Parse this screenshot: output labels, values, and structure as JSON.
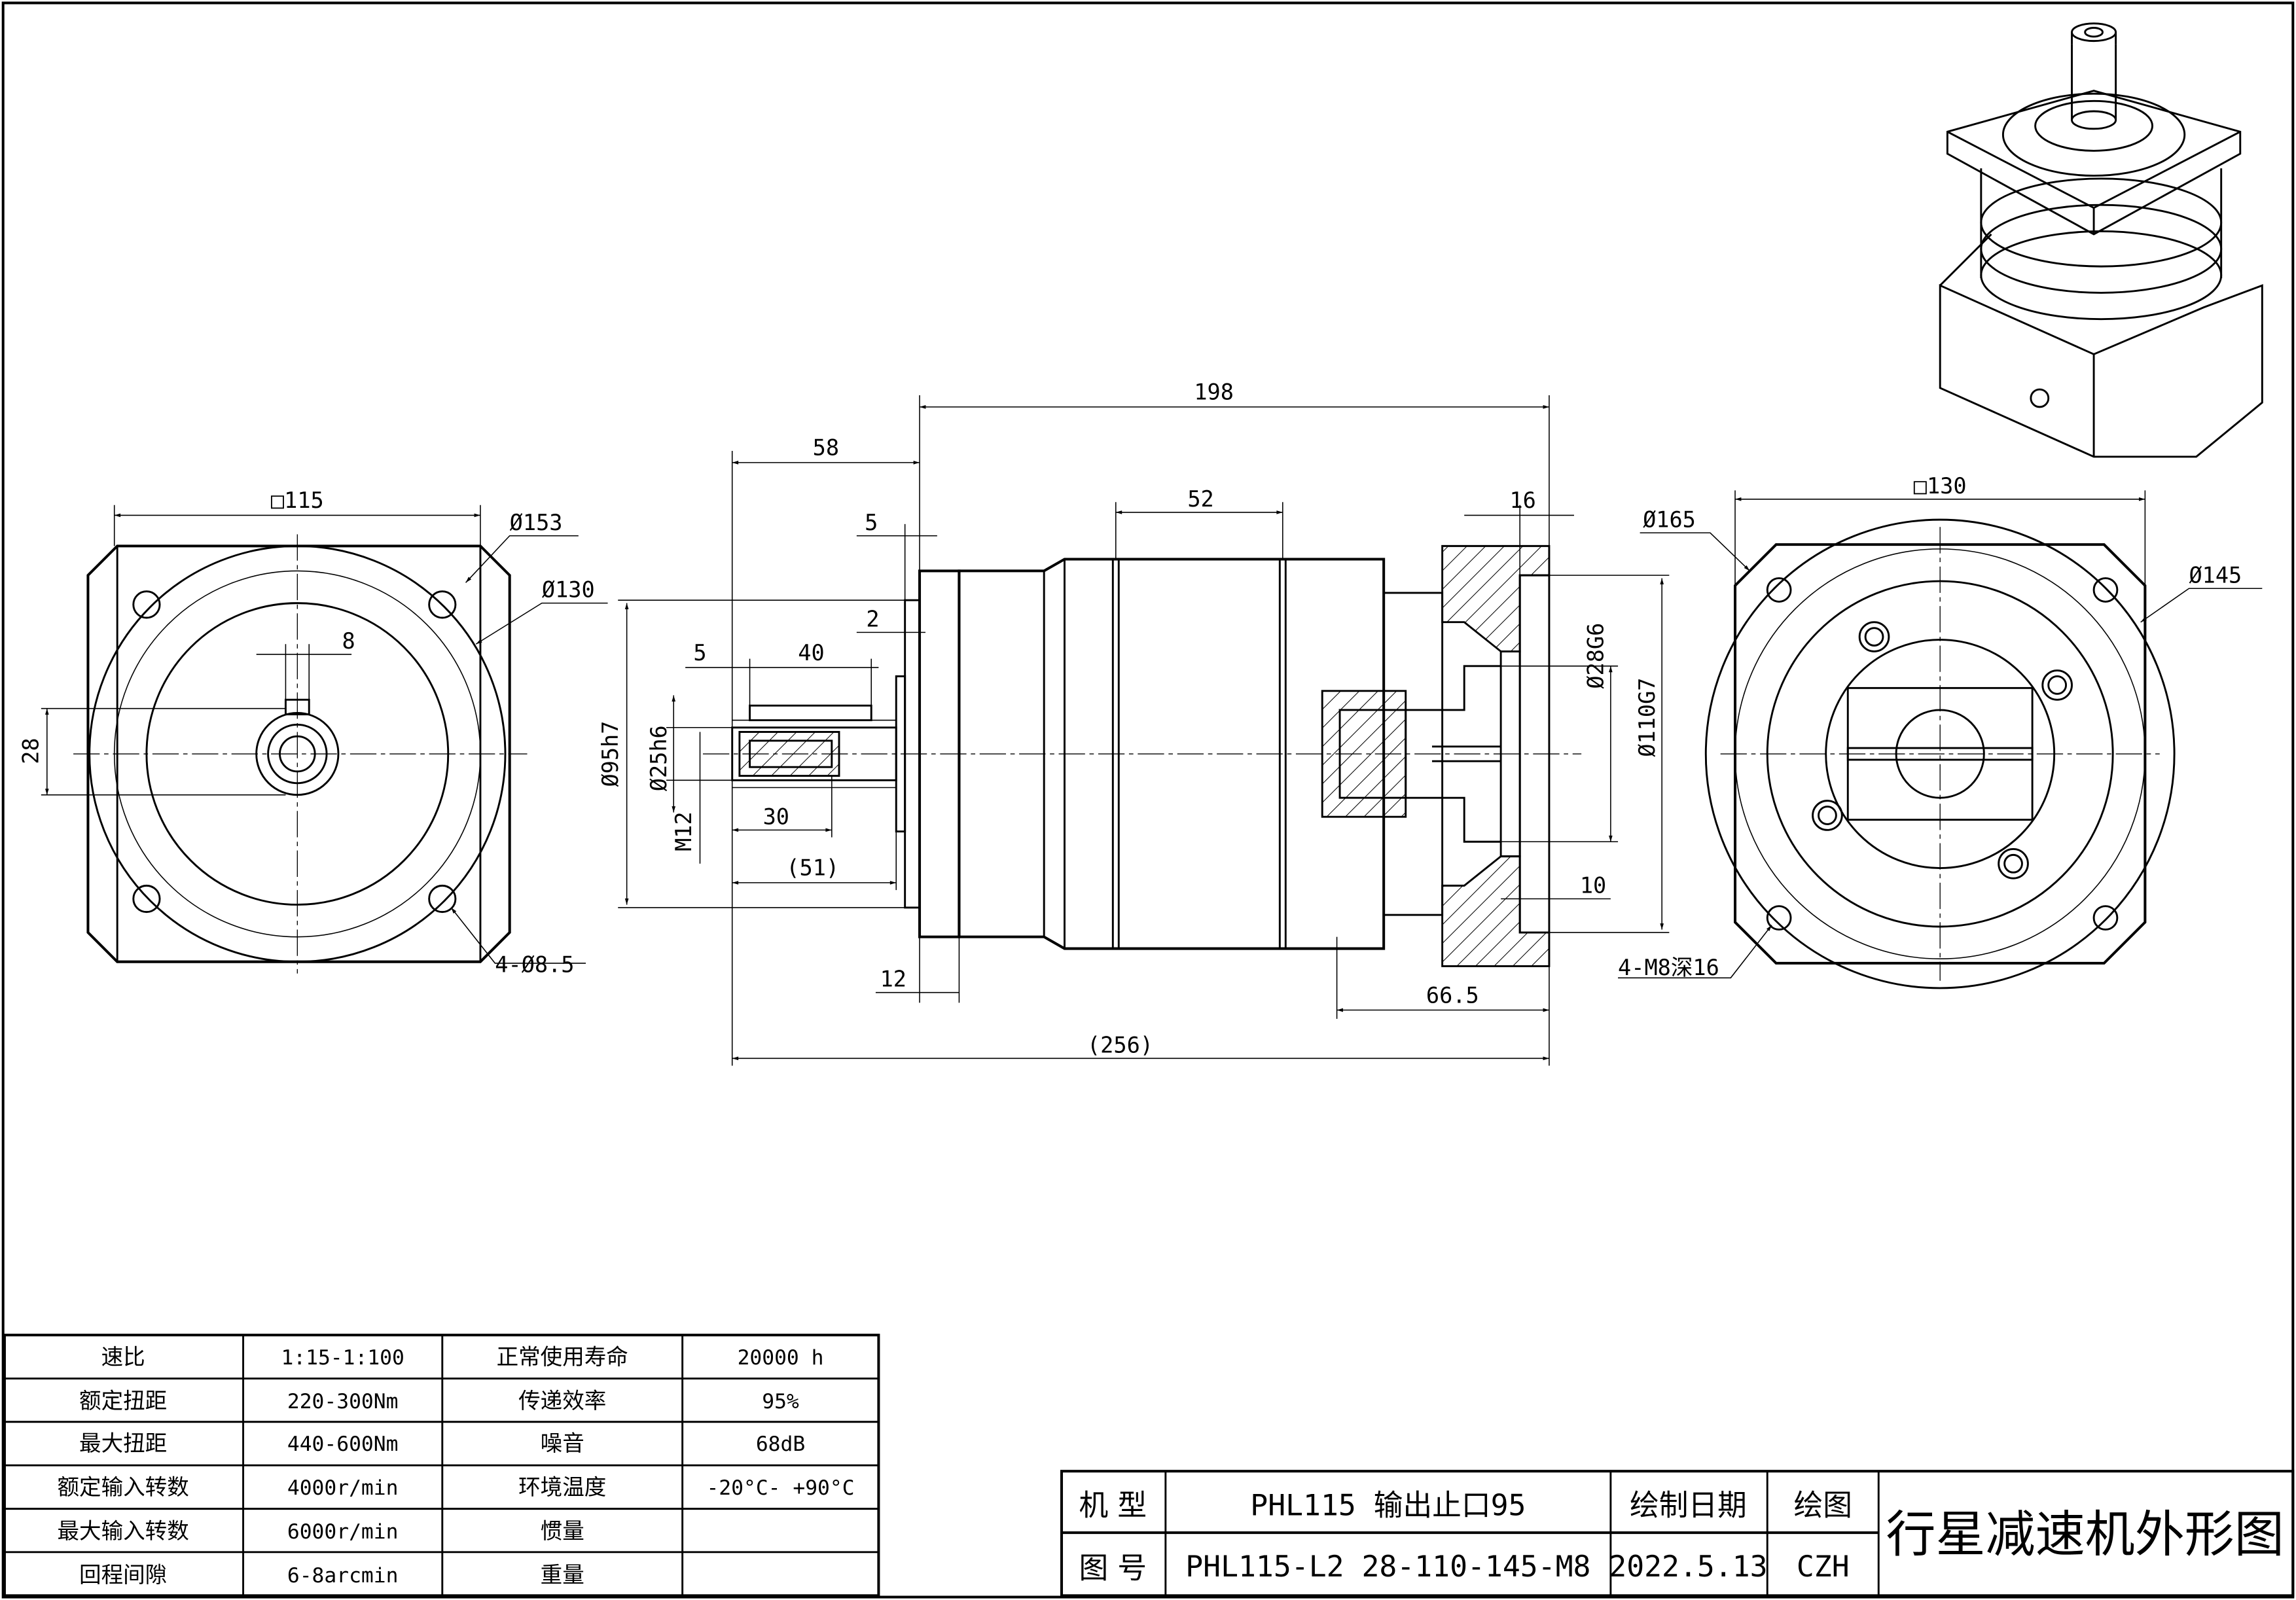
{
  "drawing": {
    "left_view": {
      "square": "□115",
      "dia_outer": "Ø153",
      "dia_pcd": "Ø130",
      "key_width": "8",
      "shaft_height": "28",
      "holes": "4-Ø8.5"
    },
    "side_view": {
      "flange_to_end": "198",
      "shaft_len": "58",
      "body_band": "52",
      "output_flange": "16",
      "flange_thk": "5",
      "step": "2",
      "key_offset": "5",
      "key_len": "40",
      "pilot": "Ø95h7",
      "shaft_dia": "Ø25h6",
      "thread": "M12",
      "thread_depth": "30",
      "shaft_ref": "(51)",
      "input_bore": "Ø28G6",
      "input_pilot": "Ø110G7",
      "pilot_depth": "10",
      "flange_width": "12",
      "input_len": "66.5",
      "total": "(256)"
    },
    "right_view": {
      "square": "□130",
      "dia_outer": "Ø165",
      "dia_pcd": "Ø145",
      "holes": "4-M8深16"
    }
  },
  "spec_table": {
    "rows": [
      [
        "速比",
        "1:15-1:100",
        "正常使用寿命",
        "20000 h"
      ],
      [
        "额定扭距",
        "220-300Nm",
        "传递效率",
        "95%"
      ],
      [
        "最大扭距",
        "440-600Nm",
        "噪音",
        "68dB"
      ],
      [
        "额定输入转数",
        "4000r/min",
        "环境温度",
        "-20°C- +90°C"
      ],
      [
        "最大输入转数",
        "6000r/min",
        "惯量",
        ""
      ],
      [
        "回程间隙",
        "6-8arcmin",
        "重量",
        ""
      ]
    ]
  },
  "title_block": {
    "model_label": "机  型",
    "model_value": "PHL115 输出止口95",
    "drawing_no_label": "图  号",
    "drawing_no_value": "PHL115-L2 28-110-145-M8",
    "date_label": "绘制日期",
    "date_value": "2022.5.13",
    "drawn_label": "绘图",
    "drawn_value": "CZH",
    "title": "行星减速机外形图"
  }
}
